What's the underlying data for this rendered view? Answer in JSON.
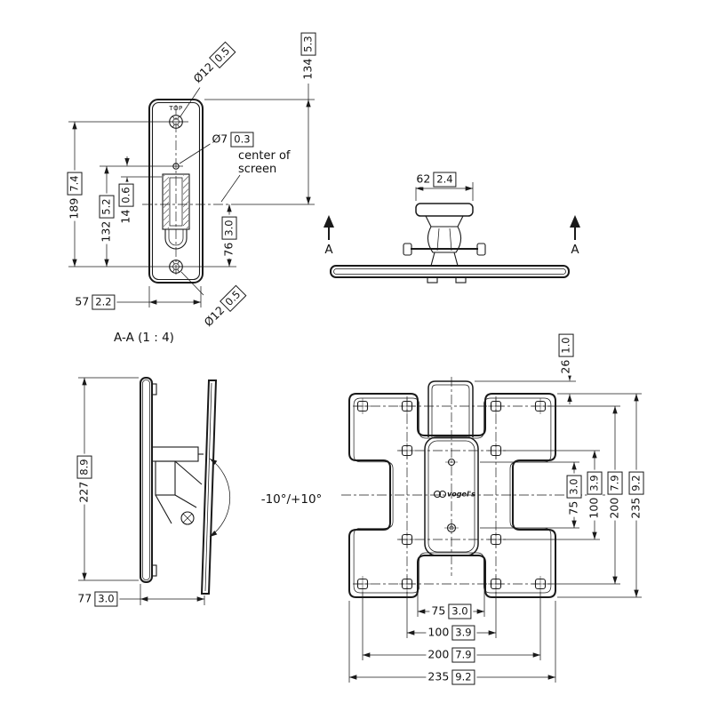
{
  "colors": {
    "ink": "#1a1a1a",
    "paper": "#ffffff"
  },
  "views": {
    "front": {
      "top_marking": "TOP",
      "section_label": "A-A (1 : 4)",
      "center_note": "center of screen",
      "dims": {
        "hole_top": {
          "mm": "Ø12",
          "in": "0.5"
        },
        "height_134": {
          "mm": "134",
          "in": "5.3"
        },
        "hole_mid": {
          "mm": "Ø7",
          "in": "0.3"
        },
        "height_189": {
          "mm": "189",
          "in": "7.4"
        },
        "height_132": {
          "mm": "132",
          "in": "5.2"
        },
        "height_14": {
          "mm": "14",
          "in": "0.6"
        },
        "height_76": {
          "mm": "76",
          "in": "3.0"
        },
        "width_57": {
          "mm": "57",
          "in": "2.2"
        },
        "hole_bottom": {
          "mm": "Ø12",
          "in": "0.5"
        }
      }
    },
    "top": {
      "section_arrow": "A",
      "dims": {
        "width_62": {
          "mm": "62",
          "in": "2.4"
        }
      }
    },
    "side": {
      "tilt_range": "-10°/+10°",
      "dims": {
        "height_227": {
          "mm": "227",
          "in": "8.9"
        },
        "depth_77": {
          "mm": "77",
          "in": "3.0"
        }
      }
    },
    "vesa": {
      "logo": "vogel's",
      "dims": {
        "strap_26": {
          "mm": "26",
          "in": "1.0"
        },
        "v75": {
          "mm": "75",
          "in": "3.0"
        },
        "v100": {
          "mm": "100",
          "in": "3.9"
        },
        "v200": {
          "mm": "200",
          "in": "7.9"
        },
        "v235": {
          "mm": "235",
          "in": "9.2"
        },
        "h75": {
          "mm": "75",
          "in": "3.0"
        },
        "h100": {
          "mm": "100",
          "in": "3.9"
        },
        "h200": {
          "mm": "200",
          "in": "7.9"
        },
        "h235": {
          "mm": "235",
          "in": "9.2"
        }
      }
    }
  }
}
